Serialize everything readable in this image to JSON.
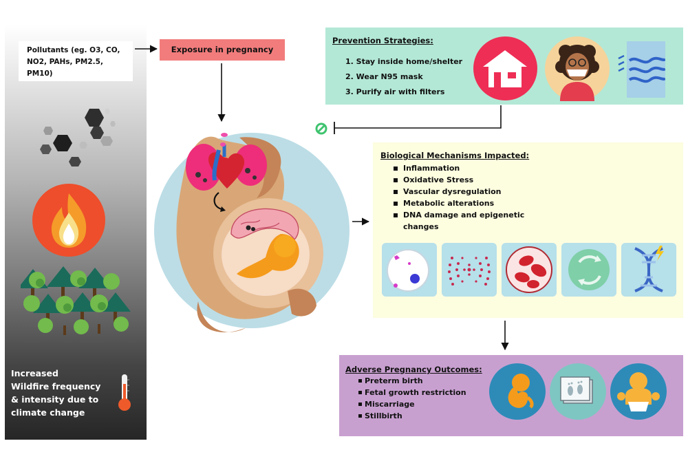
{
  "pollutants": {
    "line1": "Pollutants (eg. O3, CO,",
    "line2": "NO2, PAHs, PM2.5, PM10)",
    "icon": "smoke-hexagons-icon"
  },
  "exposure": {
    "label": "Exposure in pregnancy"
  },
  "wildfire": {
    "caption_lines": [
      "Increased",
      "Wildfire frequency",
      "& intensity due to",
      "climate change"
    ],
    "fire_icon": "fire-icon",
    "forest_icon": "forest-icon",
    "thermometer_icon": "thermometer-icon"
  },
  "prevention": {
    "title": "Prevention Strategies:",
    "items": [
      "1. Stay inside home/shelter",
      "2. Wear N95 mask",
      "3. Purify air with filters"
    ],
    "icons": [
      "house-icon",
      "masked-woman-icon",
      "air-filter-icon"
    ],
    "inhibit_icon": "prohibited-icon"
  },
  "mechanisms": {
    "title": "Biological Mechanisms Impacted:",
    "items": [
      "Inflammation",
      "Oxidative Stress",
      "Vascular dysregulation",
      "Metabolic alterations",
      "DNA damage and epigenetic",
      "changes"
    ],
    "icons": [
      "inflammation-cell-icon",
      "oxidative-stress-icon",
      "vascular-cells-icon",
      "metabolic-cycle-icon",
      "dna-damage-icon"
    ]
  },
  "outcomes": {
    "title": "Adverse Pregnancy Outcomes:",
    "items": [
      "Preterm birth",
      "Fetal growth restriction",
      "Miscarriage",
      "Stillbirth"
    ],
    "icons": [
      "fetus-icon",
      "footprint-frame-icon",
      "baby-icon"
    ]
  },
  "center": {
    "icon": "pregnant-woman-icon"
  },
  "colors": {
    "exposure": "#f27c7c",
    "prevention": "#b3e8d6",
    "mechanisms": "#fdfde0",
    "outcomes": "#c8a0d0",
    "center_disc": "#bcdde6",
    "inhibit": "#3fc36f"
  }
}
